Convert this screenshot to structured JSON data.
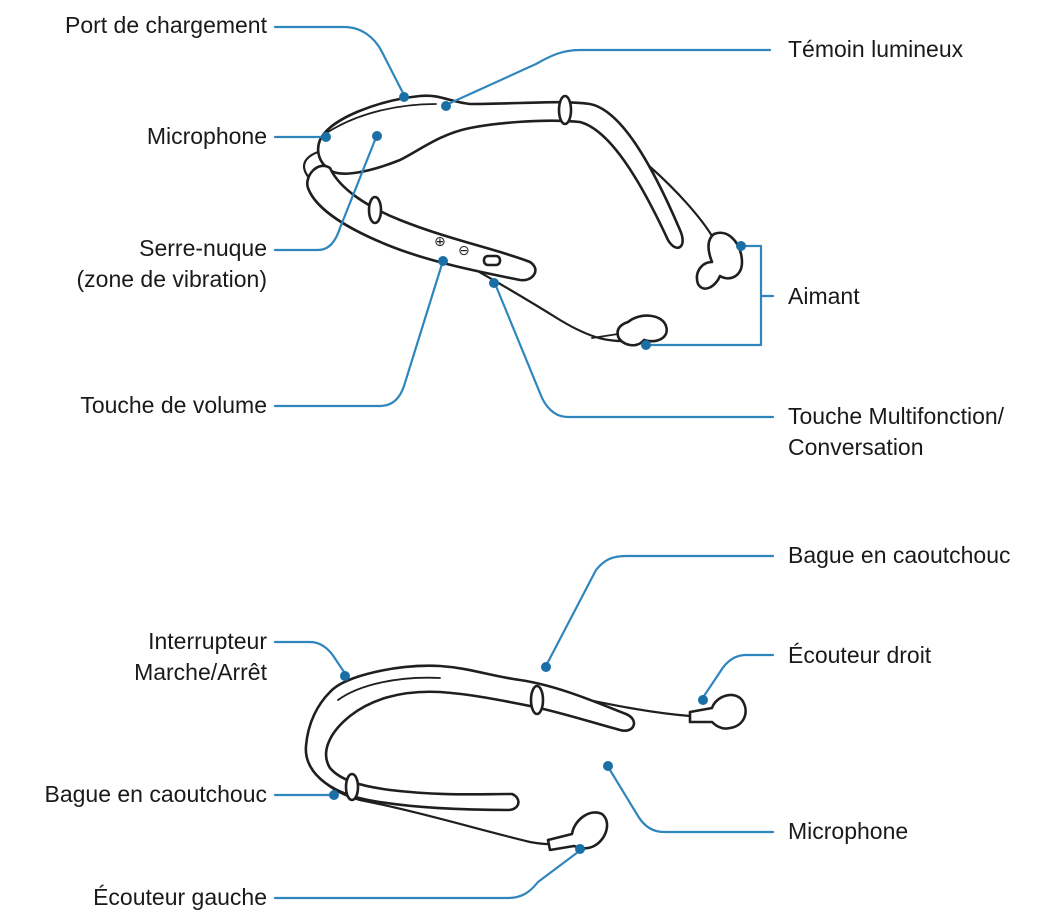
{
  "diagram": {
    "top": {
      "charging_port": "Port de chargement",
      "led": "Témoin lumineux",
      "microphone": "Microphone",
      "neckband_line1": "Serre-nuque",
      "neckband_line2": "(zone de vibration)",
      "magnet": "Aimant",
      "volume_key": "Touche de volume",
      "multifunction_line1": "Touche Multifonction/",
      "multifunction_line2": "Conversation"
    },
    "bottom": {
      "rubber_ring_right": "Bague en caoutchouc",
      "power_switch_line1": "Interrupteur",
      "power_switch_line2": "Marche/Arrêt",
      "right_earbud": "Écouteur droit",
      "rubber_ring_left": "Bague en caoutchouc",
      "microphone": "Microphone",
      "left_earbud": "Écouteur gauche"
    }
  }
}
